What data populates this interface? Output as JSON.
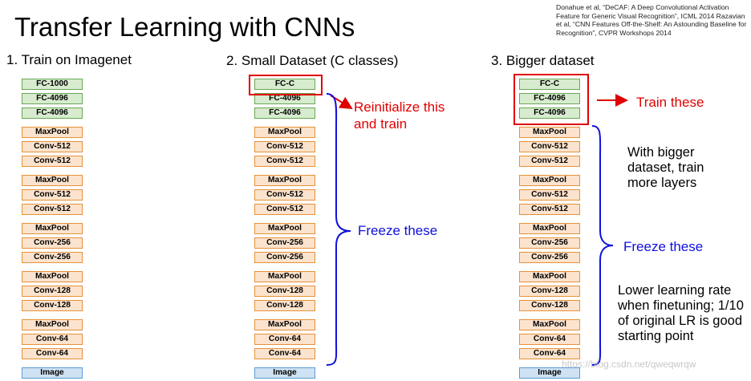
{
  "title": "Transfer Learning with CNNs",
  "citation": "Donahue et al, “DeCAF: A Deep Convolutional Activation Feature for Generic Visual Recognition”, ICML 2014 Razavian et al, “CNN Features Off-the-Shelf: An Astounding Baseline for Recognition”, CVPR Workshops 2014",
  "columns": [
    {
      "label": "1. Train on Imagenet",
      "layers": [
        "FC-1000",
        "FC-4096",
        "FC-4096",
        "MaxPool",
        "Conv-512",
        "Conv-512",
        "MaxPool",
        "Conv-512",
        "Conv-512",
        "MaxPool",
        "Conv-256",
        "Conv-256",
        "MaxPool",
        "Conv-128",
        "Conv-128",
        "MaxPool",
        "Conv-64",
        "Conv-64",
        "Image"
      ]
    },
    {
      "label": "2. Small Dataset (C classes)",
      "layers": [
        "FC-C",
        "FC-4096",
        "FC-4096",
        "MaxPool",
        "Conv-512",
        "Conv-512",
        "MaxPool",
        "Conv-512",
        "Conv-512",
        "MaxPool",
        "Conv-256",
        "Conv-256",
        "MaxPool",
        "Conv-128",
        "Conv-128",
        "MaxPool",
        "Conv-64",
        "Conv-64",
        "Image"
      ],
      "red_label": "Reinitialize this and train",
      "blue_label": "Freeze these"
    },
    {
      "label": "3. Bigger dataset",
      "layers": [
        "FC-C",
        "FC-4096",
        "FC-4096",
        "MaxPool",
        "Conv-512",
        "Conv-512",
        "MaxPool",
        "Conv-512",
        "Conv-512",
        "MaxPool",
        "Conv-256",
        "Conv-256",
        "MaxPool",
        "Conv-128",
        "Conv-128",
        "MaxPool",
        "Conv-64",
        "Conv-64",
        "Image"
      ],
      "red_label": "Train these",
      "note_top": "With bigger dataset, train more layers",
      "blue_label": "Freeze these",
      "note_bottom": "Lower learning rate when finetuning; 1/10 of original LR is good starting point"
    }
  ],
  "watermark": "https://blog.csdn.net/qweqwrqw",
  "colors": {
    "fc_fill": "#d7ebcf",
    "fc_border": "#69a855",
    "conv_fill": "#fce3cd",
    "conv_border": "#e69138",
    "image_fill": "#cfe2f3",
    "image_border": "#5b9bd5",
    "annotation_red": "#e00000",
    "annotation_blue": "#1010dd"
  }
}
